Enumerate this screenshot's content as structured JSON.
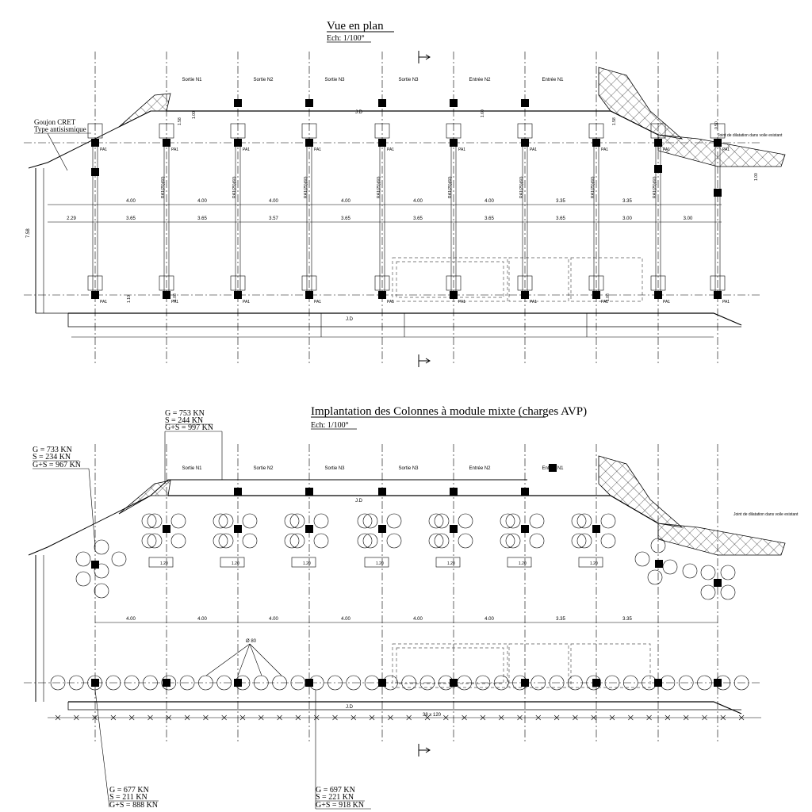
{
  "plan_view": {
    "title": "Vue en plan",
    "scale": "Ech: 1/100°",
    "bays": [
      "Sortie N1",
      "Sortie N2",
      "Sortie N3",
      "Sortie N3",
      "Entrée N2",
      "Entrée N1"
    ],
    "joint_label_top": "J.D",
    "joint_label_bottom": "J.D",
    "goujon_label_line1": "Goujon CRET",
    "goujon_label_line2": "Type antisismique",
    "joint_dilatation_note": "Joint de dilatation dans voile existant",
    "pile_label": "PA1",
    "spacing_top": [
      "4.00",
      "4.00",
      "4.00",
      "4.00",
      "4.00",
      "4.00",
      "3.35",
      "3.35"
    ],
    "spacing_bottom": [
      "2.29",
      "3.65",
      "3.65",
      "3.57",
      "3.65",
      "3.65",
      "3.65",
      "3.65",
      "3.00",
      "3.00"
    ],
    "left_height": "7.58",
    "small_dims": [
      "1.58",
      "1.00",
      "1.60",
      "1.58",
      "1.10",
      "1.08",
      "1.08",
      "0.50",
      "1.00"
    ],
    "rebar_label": "RA1(25)(60)"
  },
  "column_view": {
    "title": "Implantation des Colonnes à module mixte (charges AVP)",
    "scale": "Ech: 1/100°",
    "bays": [
      "Sortie N1",
      "Sortie N2",
      "Sortie N3",
      "Sortie N3",
      "Entrée N2",
      "Entrée N1"
    ],
    "joint_label_top": "J.D",
    "joint_label_bottom": "J.D",
    "joint_dilatation_note": "Joint de dilatation dans voile existant",
    "spacing": [
      "4.00",
      "4.00",
      "4.00",
      "4.00",
      "4.00",
      "4.00",
      "3.35",
      "3.35"
    ],
    "diam_label": "Ø 80",
    "pitch_label": "38 x 120",
    "sub_dim": "1.20",
    "loads": [
      {
        "g": "G = 753 KN",
        "s": "S = 244 KN",
        "gs": "G+S = 997 KN"
      },
      {
        "g": "G = 733 KN",
        "s": "S = 234 KN",
        "gs": "G+S = 967 KN"
      },
      {
        "g": "G = 677 KN",
        "s": "S = 211 KN",
        "gs": "G+S = 888 KN"
      },
      {
        "g": "G = 697 KN",
        "s": "S = 221 KN",
        "gs": "G+S = 918 KN"
      }
    ]
  }
}
